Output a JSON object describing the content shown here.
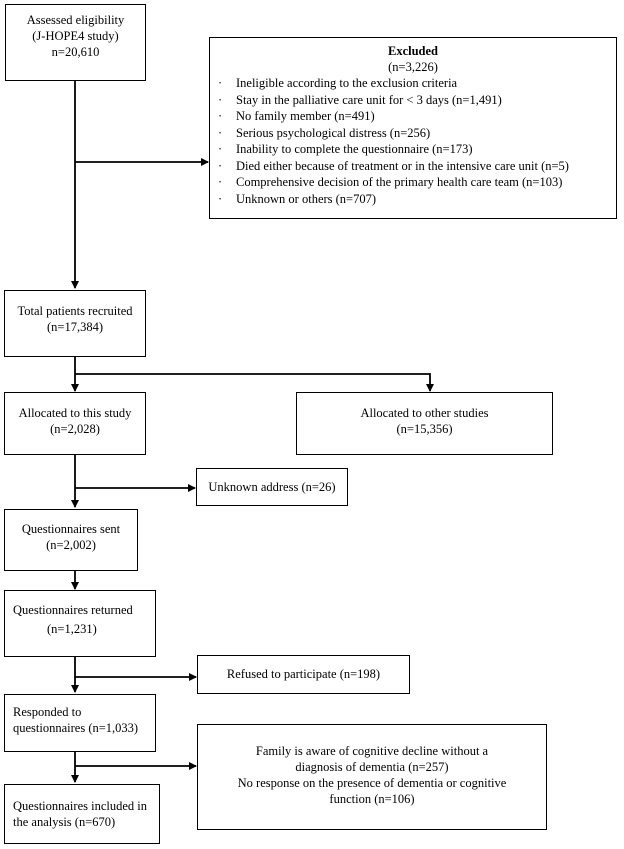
{
  "nodes": {
    "assessed": {
      "lines": [
        "Assessed eligibility",
        "(J-HOPE4 study)",
        "n=20,610"
      ]
    },
    "excluded": {
      "title": "Excluded",
      "count": "(n=3,226)",
      "items": [
        "Ineligible according to the exclusion criteria",
        "Stay in the palliative care unit for < 3 days (n=1,491)",
        "No family member (n=491)",
        "Serious psychological distress (n=256)",
        "Inability to complete the questionnaire (n=173)",
        "Died either because of treatment or in the intensive care unit (n=5)",
        "Comprehensive decision of the primary health care team (n=103)",
        "Unknown or others (n=707)"
      ]
    },
    "recruited": {
      "lines": [
        "Total patients recruited",
        "(n=17,384)"
      ]
    },
    "allocated_this": {
      "lines": [
        "Allocated to this study",
        "(n=2,028)"
      ]
    },
    "allocated_other": {
      "lines": [
        "Allocated to other studies",
        "(n=15,356)"
      ]
    },
    "unknown_address": {
      "lines": [
        "Unknown address (n=26)"
      ]
    },
    "sent": {
      "lines": [
        "Questionnaires sent",
        "(n=2,002)"
      ]
    },
    "returned": {
      "lines": [
        "Questionnaires returned",
        "(n=1,231)"
      ]
    },
    "refused": {
      "lines": [
        "Refused to participate (n=198)"
      ]
    },
    "responded": {
      "lines": [
        "Responded to",
        "questionnaires (n=1,033)"
      ]
    },
    "family_aware": {
      "lines": [
        "Family is aware of cognitive decline without a",
        "diagnosis of dementia (n=257)",
        "No response on the presence of dementia or cognitive",
        "function    (n=106)"
      ]
    },
    "included": {
      "lines": [
        "Questionnaires included in",
        "the analysis (n=670)"
      ]
    }
  }
}
